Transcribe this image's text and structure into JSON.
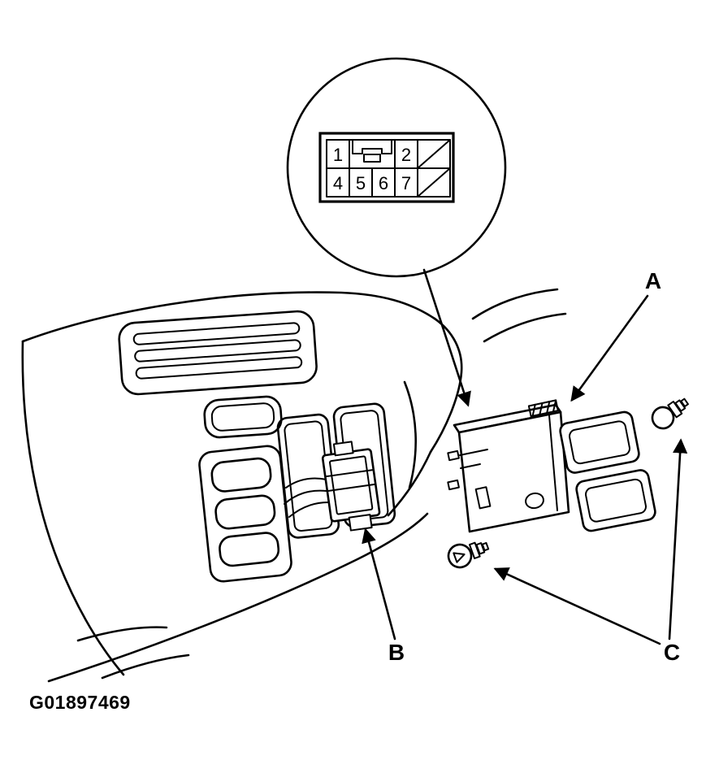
{
  "figure": {
    "id": "G01897469",
    "callout": {
      "pins": [
        "1",
        "2",
        "4",
        "5",
        "6",
        "7"
      ]
    },
    "labels": {
      "switch": "A",
      "harness_connector": "B",
      "bulbs": "C"
    },
    "colors": {
      "line": "#000000",
      "background": "#ffffff"
    }
  }
}
